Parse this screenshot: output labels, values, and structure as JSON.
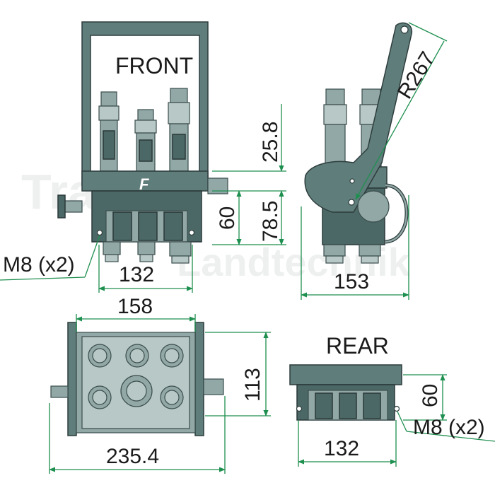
{
  "watermark": {
    "line1": "Tractor",
    "line2": "Landtechnik"
  },
  "views": {
    "front": {
      "title": "FRONT",
      "logo": "F"
    },
    "rear": {
      "title": "REAR"
    }
  },
  "dimensions": {
    "front_width": "132",
    "front_total_height": "78.5",
    "front_body_height": "60",
    "front_fitting_height": "25.8",
    "front_thread": "M8 (x2)",
    "side_radius": "R267",
    "side_width": "153",
    "top_inner_width": "158",
    "top_total_width": "235.4",
    "top_depth": "113",
    "rear_width": "132",
    "rear_height": "60",
    "rear_thread": "M8 (x2)"
  },
  "colors": {
    "body": "#5f7d7b",
    "dimension_line": "#1e8f4f"
  }
}
